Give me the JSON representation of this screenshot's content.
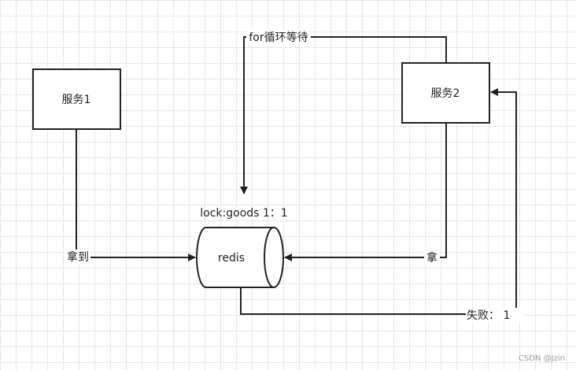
{
  "diagram": {
    "nodes": {
      "service1": {
        "label": "服务1"
      },
      "service2": {
        "label": "服务2"
      },
      "redis": {
        "label": "redis",
        "caption": "lock:goods 1：1"
      }
    },
    "edges": {
      "service1_to_redis": {
        "label": "拿到"
      },
      "service2_to_redis": {
        "label": "拿"
      },
      "redis_to_service2": {
        "label": "失败： 1"
      },
      "service2_loop": {
        "label": "for循环等待"
      }
    }
  },
  "watermark": "CSDN @Jzin"
}
